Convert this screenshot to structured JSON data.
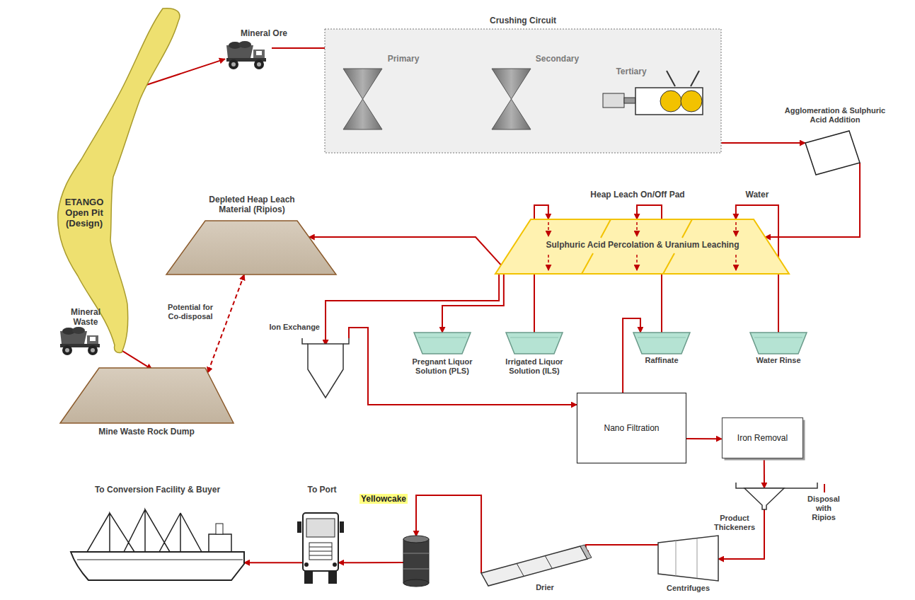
{
  "diagram": {
    "nodes": [
      {
        "text": [
          "ETANGO Open Pit (Design)"
        ]
      },
      {
        "text": [
          "Mineral Ore"
        ]
      },
      {
        "text": [
          "Crushing Circuit"
        ]
      },
      {
        "text": [
          "Primary"
        ],
        "in": 2
      },
      {
        "text": [
          "Secondary"
        ],
        "in": 2
      },
      {
        "text": [
          "Tertiary"
        ],
        "in": 2
      },
      {
        "text": [
          "Agglomeration & Sulphuric Acid Addition"
        ]
      },
      {
        "text": [
          "Sulphuric Acid Percolation & Uranium Leaching"
        ]
      },
      {
        "text": [
          "Depleted Heap Leach Material (Ripios)"
        ]
      },
      {
        "text": [
          "Mine Waste Rock Dump"
        ]
      },
      {
        "text": [
          "Ion Exchange"
        ]
      },
      {
        "text": [
          "Pregnant Liquor Solution (PLS)"
        ]
      },
      {
        "text": [
          "Irrigated Liquor Solution (ILS)"
        ]
      },
      {
        "text": [
          "Raffinate"
        ]
      },
      {
        "text": [
          "Water Rinse"
        ]
      },
      {
        "text": [
          "Nano Filtration"
        ]
      },
      {
        "text": [
          "Iron Removal"
        ]
      },
      {
        "text": [
          "Product Thickeners"
        ]
      },
      {
        "text": [
          "Centrifuges"
        ]
      },
      {
        "text": [
          "Drier"
        ]
      },
      {
        "text": [
          "Yellowcake"
        ]
      },
      {
        "text": [
          "To Port"
        ]
      },
      {
        "text": [
          "To Conversion Facility & Buyer"
        ]
      }
    ],
    "edges": [
      {
        "from": 0,
        "to": 1,
        "arrow": "to"
      },
      {
        "from": 1,
        "to": 3,
        "arrow": "to"
      },
      {
        "from": 3,
        "to": 4,
        "arrow": "to"
      },
      {
        "from": 4,
        "to": 5,
        "arrow": "to"
      },
      {
        "from": 5,
        "to": 6,
        "arrow": "to"
      },
      {
        "from": 6,
        "to": 7,
        "arrow": "to"
      },
      {
        "from": 7,
        "to": 8,
        "arrow": "to"
      },
      {
        "from": 0,
        "to": 9,
        "arrow": "to"
      },
      {
        "from": 8,
        "to": 9,
        "label": "Potential for Co-disposal",
        "arrow": "both"
      },
      {
        "from": 7,
        "to": 10,
        "arrow": "to"
      },
      {
        "from": 7,
        "to": 11,
        "arrow": "to"
      },
      {
        "from": 12,
        "to": 7,
        "arrow": "to"
      },
      {
        "from": 13,
        "to": 7,
        "label": "Heap Leach On/Off Pad",
        "arrow": "to"
      },
      {
        "from": 14,
        "to": 7,
        "label": "Water",
        "arrow": "to"
      },
      {
        "from": 10,
        "to": 15,
        "arrow": "to"
      },
      {
        "from": 15,
        "to": 13,
        "arrow": "to"
      },
      {
        "from": 15,
        "to": 16,
        "arrow": "to"
      },
      {
        "from": 16,
        "to": 17,
        "arrow": "to"
      },
      {
        "from": 17,
        "to": 18,
        "arrow": "to"
      },
      {
        "from": 18,
        "to": 19,
        "arrow": "to"
      },
      {
        "from": 19,
        "to": 20,
        "arrow": "to"
      },
      {
        "from": 20,
        "to": 21,
        "arrow": "to"
      },
      {
        "from": 21,
        "to": 22,
        "arrow": "to"
      }
    ],
    "labels": [
      "Mineral Waste",
      "Disposal with Ripios"
    ]
  }
}
